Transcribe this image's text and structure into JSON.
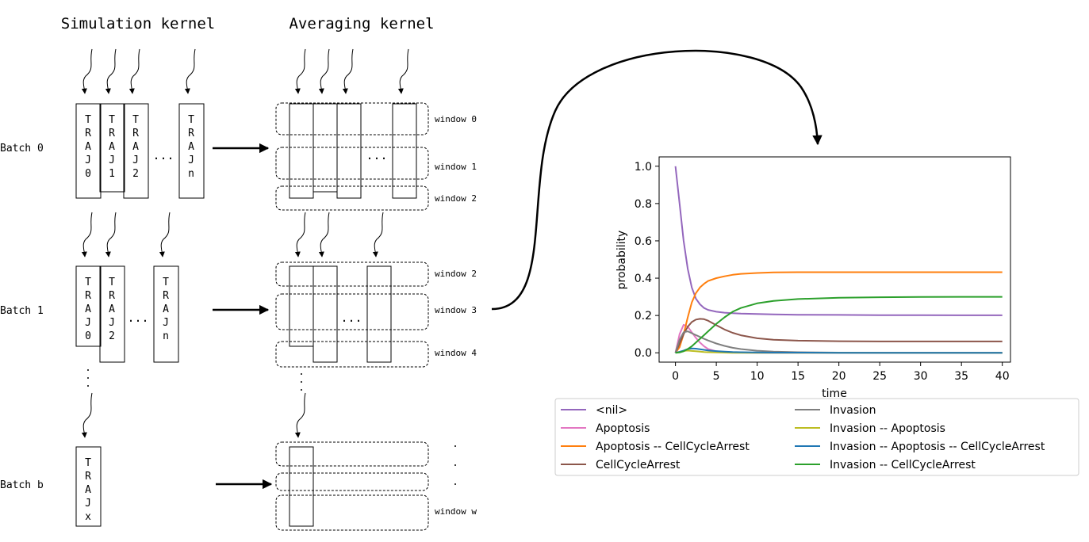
{
  "headers": {
    "simulation": "Simulation kernel",
    "averaging": "Averaging kernel"
  },
  "batches": [
    {
      "label": "Batch 0",
      "trajs": [
        "TRAJ0",
        "TRAJ1",
        "TRAJ2",
        "TRAJn"
      ]
    },
    {
      "label": "Batch 1",
      "trajs": [
        "TRAJ0",
        "TRAJ2",
        "TRAJn"
      ]
    },
    {
      "label": "Batch b",
      "trajs": [
        "TRAJx"
      ]
    }
  ],
  "windows": [
    "window 0",
    "window 1",
    "window 2",
    "window 2",
    "window 3",
    "window 4",
    "window w"
  ],
  "ellipsis": "...",
  "chart_data": {
    "type": "line",
    "xlabel": "time",
    "ylabel": "probability",
    "xlim": [
      -2,
      41
    ],
    "ylim": [
      -0.05,
      1.05
    ],
    "xticks": [
      0,
      5,
      10,
      15,
      20,
      25,
      30,
      35,
      40
    ],
    "yticks": [
      0.0,
      0.2,
      0.4,
      0.6,
      0.8,
      1.0
    ],
    "legend_position": "below",
    "x": [
      0,
      0.5,
      1,
      1.5,
      2,
      2.5,
      3,
      3.5,
      4,
      5,
      6,
      7,
      8,
      10,
      12,
      15,
      20,
      25,
      30,
      35,
      40
    ],
    "series": [
      {
        "name": "<nil>",
        "color": "#9467bd",
        "values": [
          1.0,
          0.8,
          0.6,
          0.45,
          0.35,
          0.29,
          0.26,
          0.24,
          0.23,
          0.22,
          0.215,
          0.212,
          0.21,
          0.208,
          0.206,
          0.204,
          0.203,
          0.202,
          0.202,
          0.201,
          0.201
        ]
      },
      {
        "name": "Apoptosis",
        "color": "#e377c2",
        "values": [
          0,
          0.1,
          0.15,
          0.14,
          0.11,
          0.08,
          0.055,
          0.035,
          0.02,
          0.008,
          0.004,
          0.002,
          0.001,
          0,
          0,
          0,
          0,
          0,
          0,
          0,
          0
        ]
      },
      {
        "name": "Apoptosis -- CellCycleArrest",
        "color": "#ff7f0e",
        "values": [
          0,
          0.03,
          0.1,
          0.19,
          0.27,
          0.32,
          0.35,
          0.37,
          0.385,
          0.4,
          0.41,
          0.418,
          0.423,
          0.428,
          0.431,
          0.432,
          0.432,
          0.432,
          0.432,
          0.432,
          0.432
        ]
      },
      {
        "name": "CellCycleArrest",
        "color": "#8c564b",
        "values": [
          0,
          0.05,
          0.1,
          0.14,
          0.165,
          0.178,
          0.182,
          0.18,
          0.172,
          0.148,
          0.125,
          0.107,
          0.094,
          0.078,
          0.07,
          0.065,
          0.062,
          0.061,
          0.061,
          0.061,
          0.061
        ]
      },
      {
        "name": "Invasion",
        "color": "#7f7f7f",
        "values": [
          0,
          0.07,
          0.11,
          0.115,
          0.105,
          0.095,
          0.085,
          0.075,
          0.066,
          0.05,
          0.037,
          0.027,
          0.02,
          0.011,
          0.006,
          0.003,
          0.001,
          0,
          0,
          0,
          0
        ]
      },
      {
        "name": "Invasion -- Apoptosis",
        "color": "#bcbd22",
        "values": [
          0,
          0.005,
          0.01,
          0.012,
          0.01,
          0.008,
          0.006,
          0.004,
          0.003,
          0.002,
          0.001,
          0,
          0,
          0,
          0,
          0,
          0,
          0,
          0,
          0,
          0
        ]
      },
      {
        "name": "Invasion -- Apoptosis -- CellCycleArrest",
        "color": "#1f77b4",
        "values": [
          0,
          0.005,
          0.012,
          0.02,
          0.023,
          0.022,
          0.019,
          0.016,
          0.013,
          0.009,
          0.006,
          0.004,
          0.003,
          0.002,
          0.001,
          0.001,
          0,
          0,
          0,
          0,
          0
        ]
      },
      {
        "name": "Invasion -- CellCycleArrest",
        "color": "#2ca02c",
        "values": [
          0,
          0.002,
          0.008,
          0.02,
          0.035,
          0.055,
          0.075,
          0.095,
          0.115,
          0.155,
          0.19,
          0.22,
          0.24,
          0.265,
          0.278,
          0.288,
          0.295,
          0.298,
          0.299,
          0.3,
          0.3
        ]
      }
    ]
  }
}
